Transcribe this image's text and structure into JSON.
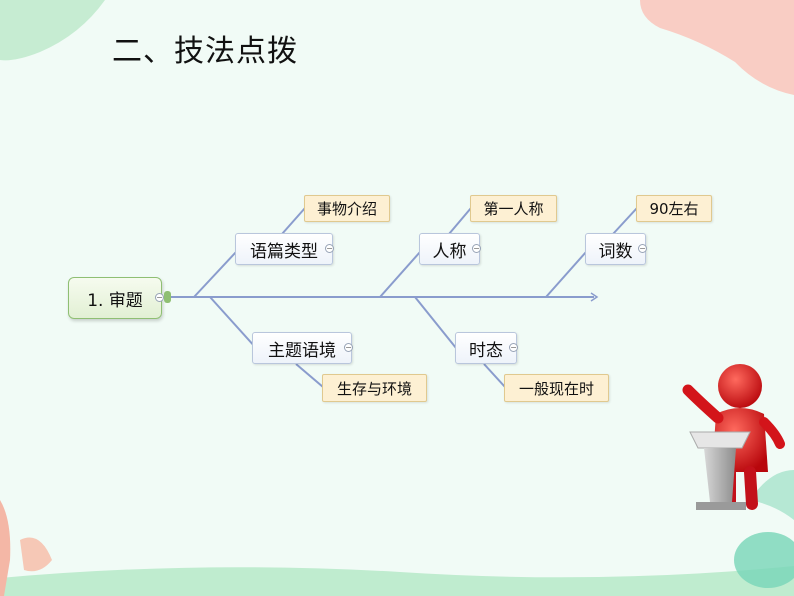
{
  "slide": {
    "title": "二、技法点拨"
  },
  "mindmap": {
    "root": "1. 审题",
    "branches": {
      "genre": {
        "label": "语篇类型",
        "leaf": "事物介绍"
      },
      "person": {
        "label": "人称",
        "leaf": "第一人称"
      },
      "wordcount": {
        "label": "词数",
        "leaf": "90左右"
      },
      "theme": {
        "label": "主题语境",
        "leaf": "生存与环境"
      },
      "tense": {
        "label": "时态",
        "leaf": "一般现在时"
      }
    }
  },
  "colors": {
    "connector": "#8a9ccd",
    "root_border": "#8fbf73",
    "leaf_fill": "#fdf0d3",
    "accent_figure": "#e0161b"
  }
}
